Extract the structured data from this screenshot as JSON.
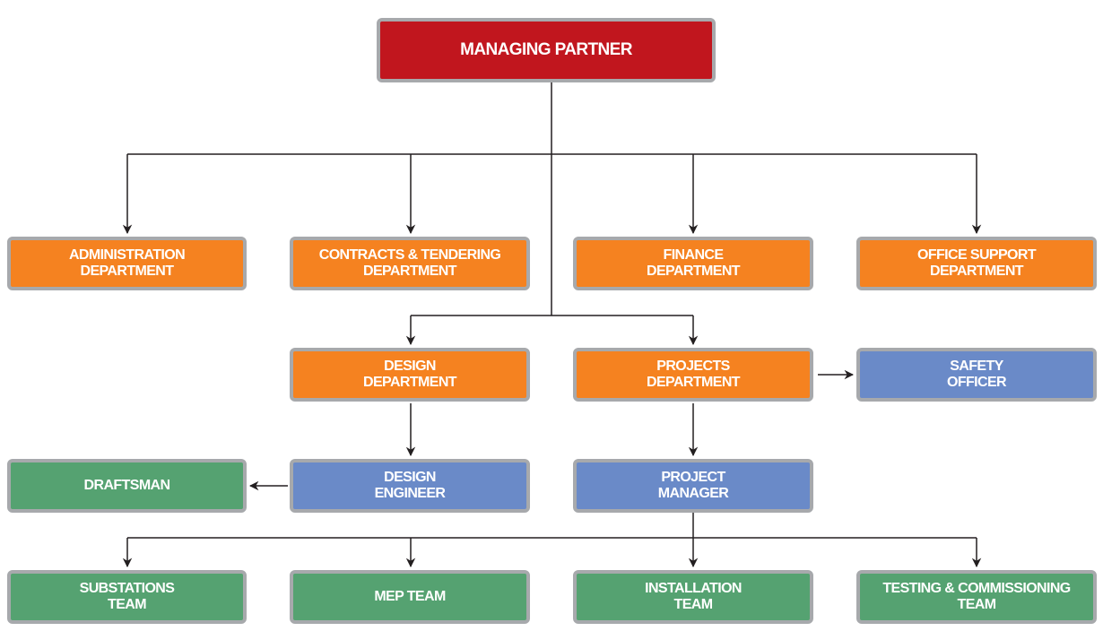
{
  "title": "Organization Chart",
  "colors": {
    "executive": "#c1161e",
    "department": "#f58220",
    "officer": "#6a8ac8",
    "team": "#55a271",
    "border": "#a7a9ac",
    "connector": "#231f20"
  },
  "nodes": {
    "managing_partner": {
      "label": "MANAGING PARTNER",
      "level": "executive"
    },
    "administration": {
      "label": "ADMINISTRATION\nDEPARTMENT",
      "level": "department"
    },
    "contracts": {
      "label": "CONTRACTS & TENDERING\nDEPARTMENT",
      "level": "department"
    },
    "finance": {
      "label": "FINANCE\nDEPARTMENT",
      "level": "department"
    },
    "office_support": {
      "label": "OFFICE SUPPORT\nDEPARTMENT",
      "level": "department"
    },
    "design_dept": {
      "label": "DESIGN\nDEPARTMENT",
      "level": "department"
    },
    "projects_dept": {
      "label": "PROJECTS\nDEPARTMENT",
      "level": "department"
    },
    "safety_officer": {
      "label": "SAFETY\nOFFICER",
      "level": "officer"
    },
    "draftsman": {
      "label": "DRAFTSMAN",
      "level": "team"
    },
    "design_engineer": {
      "label": "DESIGN\nENGINEER",
      "level": "officer"
    },
    "project_manager": {
      "label": "PROJECT\nMANAGER",
      "level": "officer"
    },
    "substations": {
      "label": "SUBSTATIONS\nTEAM",
      "level": "team"
    },
    "mep": {
      "label": "MEP TEAM",
      "level": "team"
    },
    "installation": {
      "label": "INSTALLATION\nTEAM",
      "level": "team"
    },
    "testing": {
      "label": "TESTING & COMMISSIONING\nTEAM",
      "level": "team"
    }
  },
  "edges": [
    [
      "managing_partner",
      "administration"
    ],
    [
      "managing_partner",
      "contracts"
    ],
    [
      "managing_partner",
      "finance"
    ],
    [
      "managing_partner",
      "office_support"
    ],
    [
      "managing_partner",
      "design_dept"
    ],
    [
      "managing_partner",
      "projects_dept"
    ],
    [
      "projects_dept",
      "safety_officer"
    ],
    [
      "design_dept",
      "design_engineer"
    ],
    [
      "design_engineer",
      "draftsman"
    ],
    [
      "projects_dept",
      "project_manager"
    ],
    [
      "project_manager",
      "substations"
    ],
    [
      "project_manager",
      "mep"
    ],
    [
      "project_manager",
      "installation"
    ],
    [
      "project_manager",
      "testing"
    ]
  ]
}
